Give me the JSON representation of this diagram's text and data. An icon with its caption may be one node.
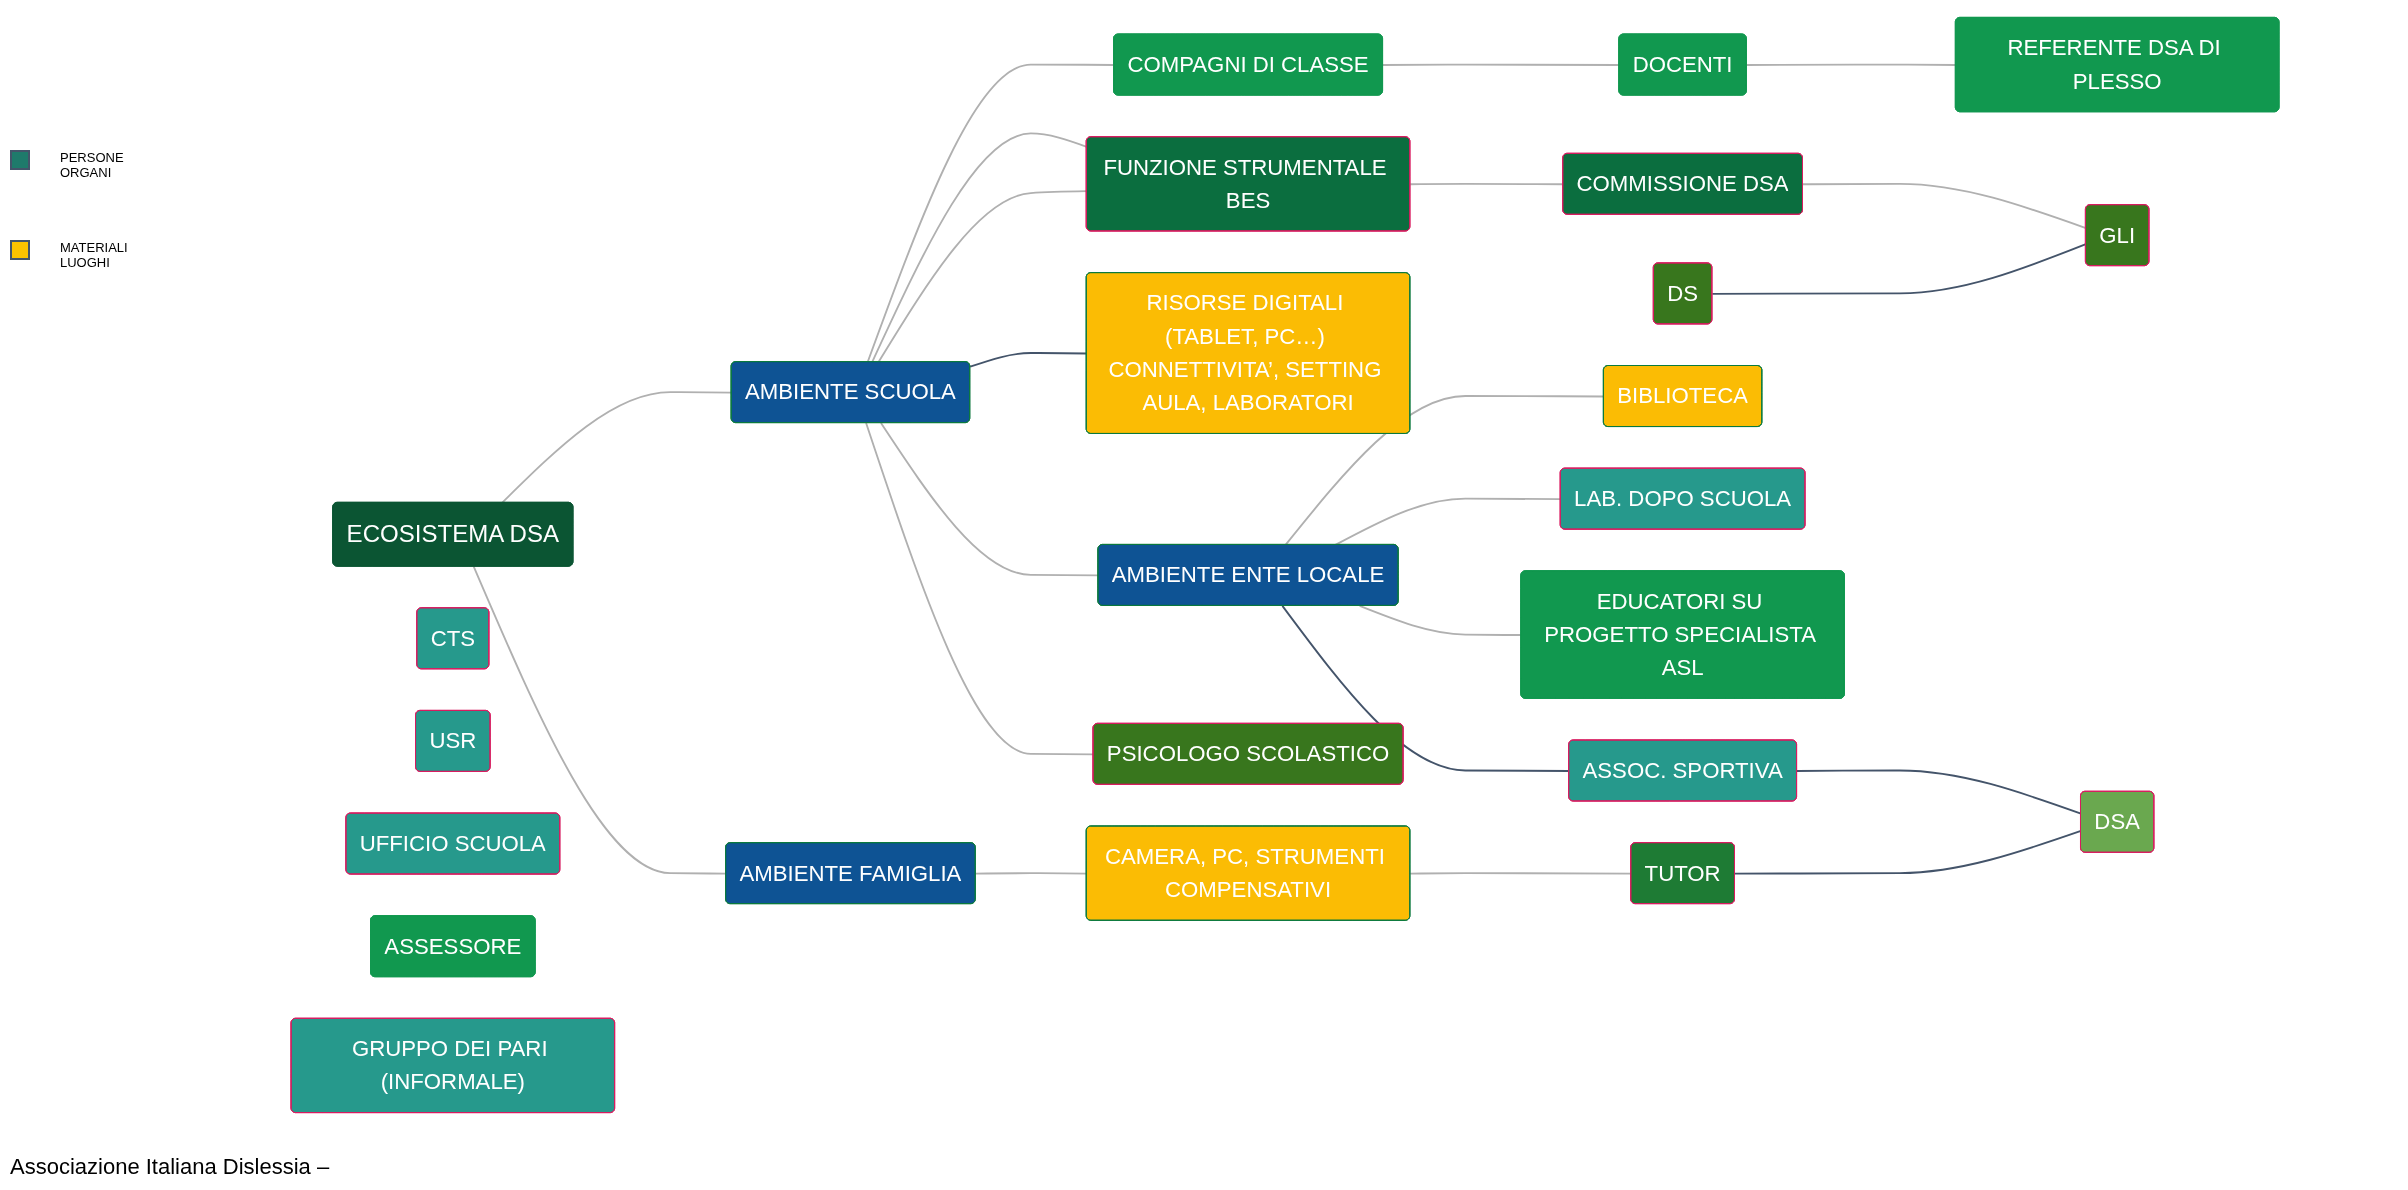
{
  "diagram": {
    "caption": "Associazione Italiana Dislessia –",
    "nodes": [
      {
        "text": [
          "ECOSISTEMA DSA"
        ]
      },
      {
        "text": [
          "COMPAGNI DI CLASSE"
        ]
      },
      {
        "text": [
          "DOCENTI"
        ]
      },
      {
        "text": [
          "REFERENTE DSA DI PLESSO"
        ]
      },
      {
        "text": [
          "AMBIENTE SCUOLA"
        ]
      },
      {
        "text": [
          "FUNZIONE STRUMENTALE BES"
        ]
      },
      {
        "text": [
          "DS"
        ]
      },
      {
        "text": [
          "COMMISSIONE DSA"
        ]
      },
      {
        "text": [
          "GLI"
        ]
      },
      {
        "text": [
          "RISORSE DIGITALI (TABLET, PC…) CONNETTIVITA’, SETTING AULA, LABORATORI"
        ]
      },
      {
        "text": [
          "PSICOLOGO SCOLASTICO"
        ]
      },
      {
        "text": [
          "CTS"
        ]
      },
      {
        "text": [
          "USR"
        ]
      },
      {
        "text": [
          "AMBIENTE ENTE LOCALE"
        ]
      },
      {
        "text": [
          "EDUCATORI SU PROGETTO SPECIALISTA ASL"
        ]
      },
      {
        "text": [
          "UFFICIO SCUOLA"
        ]
      },
      {
        "text": [
          "BIBLIOTECA"
        ]
      },
      {
        "text": [
          "LAB. DOPO SCUOLA"
        ]
      },
      {
        "text": [
          "ASSESSORE"
        ]
      },
      {
        "text": [
          "AMBIENTE FAMIGLIA"
        ]
      },
      {
        "text": [
          "ASSOC. SPORTIVA"
        ]
      },
      {
        "text": [
          "GRUPPO DEI PARI (INFORMALE)"
        ]
      },
      {
        "text": [
          "CAMERA, PC, STRUMENTI COMPENSATIVI"
        ]
      },
      {
        "text": [
          "TUTOR"
        ]
      },
      {
        "text": [
          "DSA"
        ]
      }
    ],
    "edges": [
      {
        "from": 0,
        "to": 4,
        "arrow": "none"
      },
      {
        "from": 0,
        "to": 19,
        "arrow": "none"
      },
      {
        "from": 4,
        "to": 1,
        "arrow": "none"
      },
      {
        "from": 1,
        "to": 2,
        "arrow": "none"
      },
      {
        "from": 2,
        "to": 3,
        "arrow": "none"
      },
      {
        "from": 4,
        "to": 5,
        "arrow": "none"
      },
      {
        "from": 4,
        "to": 5,
        "arrow": "none"
      },
      {
        "from": 5,
        "to": 7,
        "arrow": "none"
      },
      {
        "from": 7,
        "to": 8,
        "arrow": "none"
      },
      {
        "from": 6,
        "to": 8,
        "arrow": "none",
        "color": "#44546a"
      },
      {
        "from": 4,
        "to": 9,
        "arrow": "none",
        "color": "#44546a"
      },
      {
        "from": 4,
        "to": 13,
        "arrow": "none"
      },
      {
        "from": 4,
        "to": 10,
        "arrow": "none"
      },
      {
        "from": 13,
        "to": 16,
        "arrow": "none"
      },
      {
        "from": 13,
        "to": 17,
        "arrow": "none"
      },
      {
        "from": 13,
        "to": 14,
        "arrow": "none"
      },
      {
        "from": 13,
        "to": 20,
        "arrow": "none",
        "color": "#44546a"
      },
      {
        "from": 19,
        "to": 22,
        "arrow": "none"
      },
      {
        "from": 22,
        "to": 23,
        "arrow": "none"
      },
      {
        "from": 20,
        "to": 24,
        "arrow": "none",
        "color": "#44546a"
      },
      {
        "from": 23,
        "to": 24,
        "arrow": "none",
        "color": "#44546a"
      }
    ],
    "legend": [
      {
        "text": "PERSONE ORGANI",
        "color": "#1f7a6b"
      },
      {
        "text": "MATERIALI LUOGHI",
        "color": "#fcc200"
      }
    ]
  }
}
